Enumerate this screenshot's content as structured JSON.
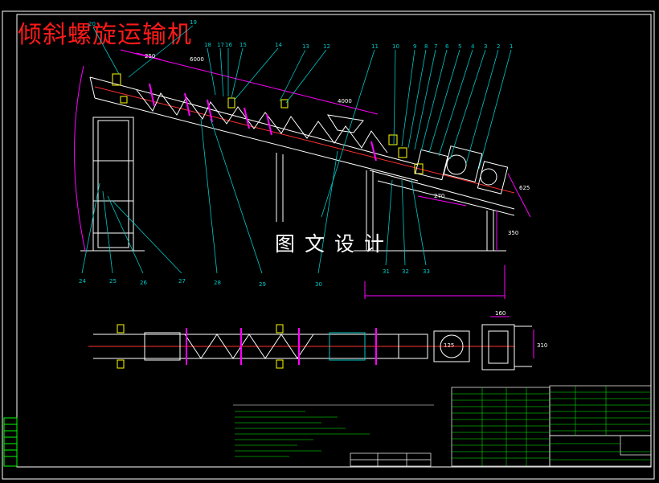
{
  "title": "倾斜螺旋运输机",
  "watermark": "图文设计",
  "part_numbers_top": [
    "1",
    "2",
    "3",
    "4",
    "5",
    "6",
    "7",
    "8",
    "9",
    "10",
    "11",
    "12",
    "13",
    "14",
    "15",
    "16",
    "17",
    "18",
    "19",
    "20"
  ],
  "part_numbers_bottom": [
    "24",
    "25",
    "26",
    "27",
    "28",
    "29",
    "30",
    "31",
    "32",
    "33"
  ],
  "dimensions": {
    "d_250": "250",
    "d_6000": "6000",
    "d_4000": "4000",
    "d_270": "270",
    "d_350": "350",
    "d_625": "625",
    "d_160": "160",
    "d_310": "310",
    "d_125": "125"
  },
  "colors": {
    "title": "#ff1a1a",
    "frame": "#ffffff",
    "leader": "#00c8c8",
    "dimension": "#ff00ff",
    "structure": "#ffffff",
    "highlight": "#ffff00",
    "table": "#00ff00"
  }
}
